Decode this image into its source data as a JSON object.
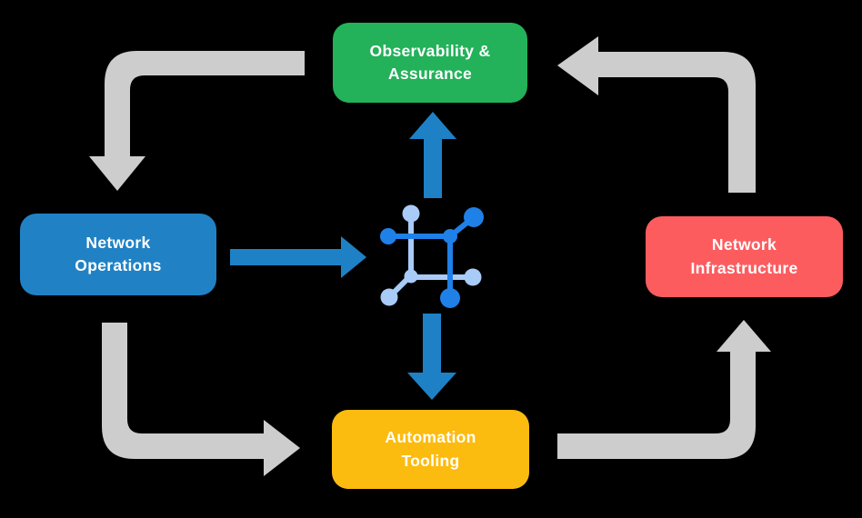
{
  "diagram": {
    "type": "cycle-flow-diagram",
    "nodes": {
      "observability_assurance": {
        "label": "Observability & Assurance",
        "color": "#23B159"
      },
      "network_operations": {
        "label": "Network Operations",
        "color": "#2082C4"
      },
      "network_infrastructure": {
        "label": "Network Infrastructure",
        "color": "#FD5C5F"
      },
      "automation_tooling": {
        "label": "Automation Tooling",
        "color": "#FCBB0F"
      }
    },
    "center_icon": "network-fabric-icon",
    "arrows": [
      {
        "from": "observability_assurance",
        "to": "network_operations",
        "style": "gray"
      },
      {
        "from": "network_operations",
        "to": "automation_tooling",
        "style": "gray"
      },
      {
        "from": "automation_tooling",
        "to": "network_infrastructure",
        "style": "gray"
      },
      {
        "from": "network_infrastructure",
        "to": "observability_assurance",
        "style": "gray"
      },
      {
        "from": "network_operations",
        "to": "center_icon",
        "style": "blue"
      },
      {
        "from": "center_icon",
        "to": "observability_assurance",
        "style": "blue"
      },
      {
        "from": "center_icon",
        "to": "automation_tooling",
        "style": "blue"
      }
    ],
    "colors": {
      "background": "#000000",
      "arrow_gray": "#CDCDCD",
      "arrow_blue": "#1E81C6",
      "icon_blue_dark": "#1F80E8",
      "icon_blue_light": "#A9CBF8",
      "node_text": "#FFFFFF"
    }
  }
}
